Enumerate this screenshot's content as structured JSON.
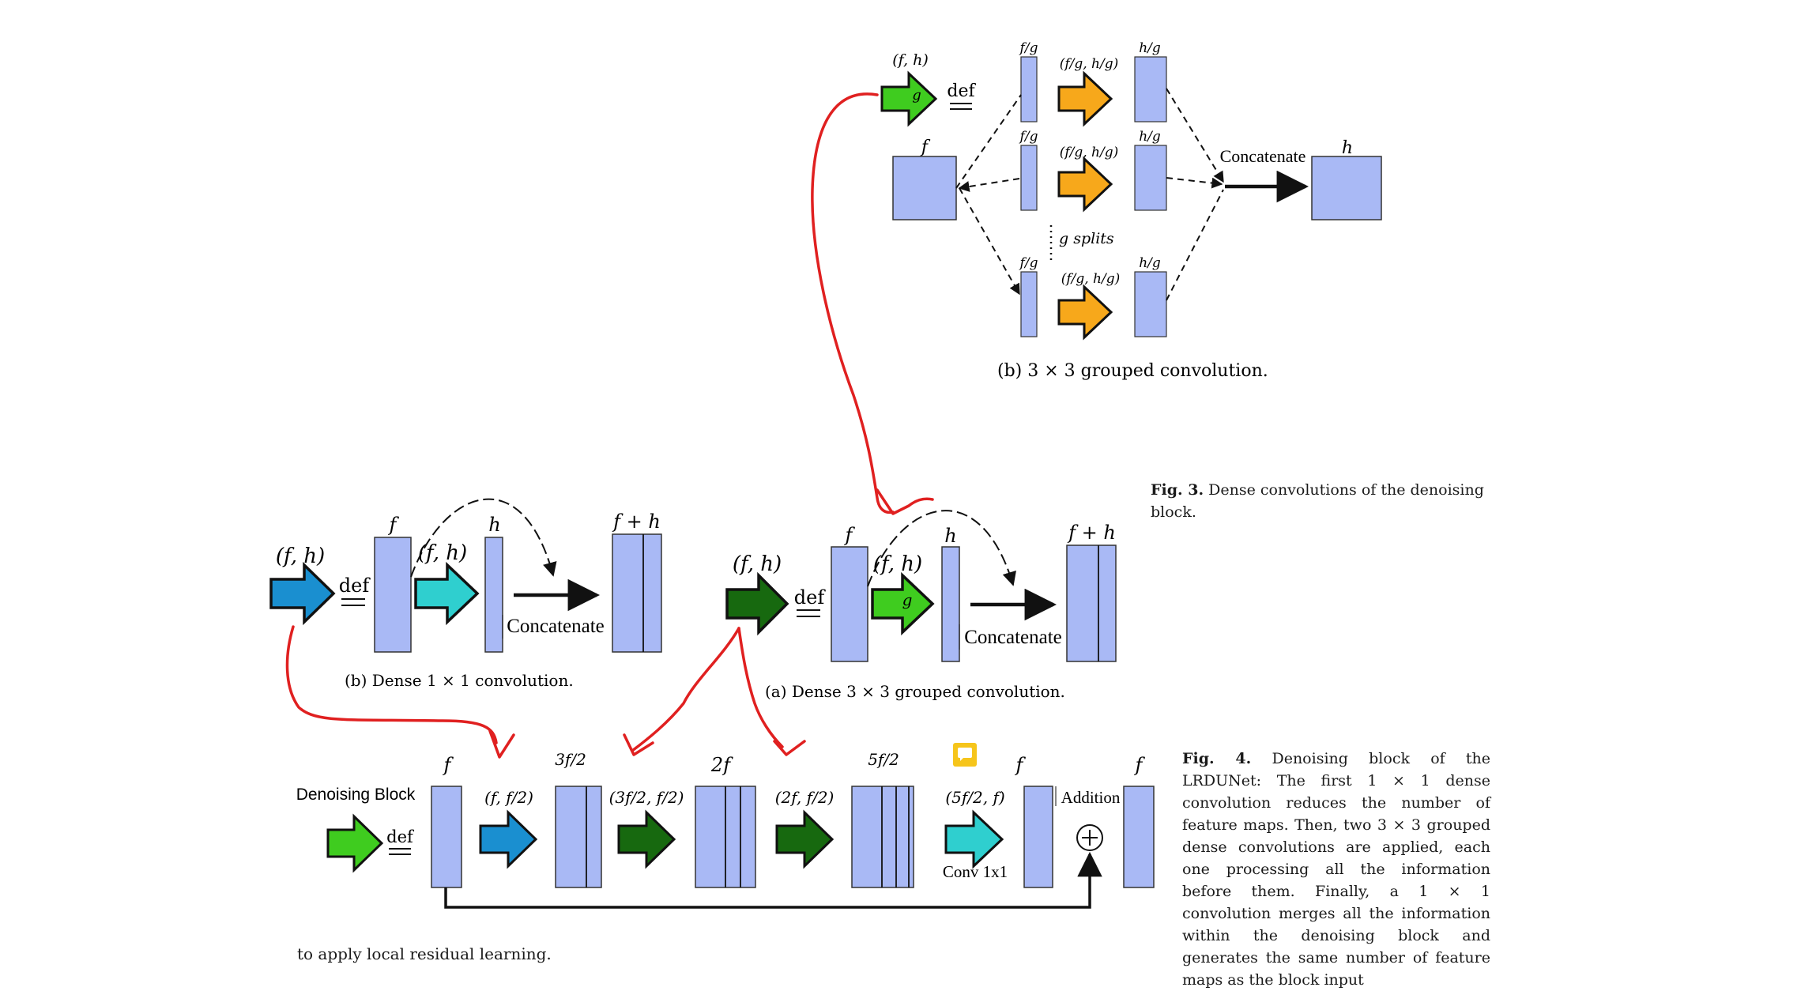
{
  "fig3": {
    "panel_grouped": {
      "input_pair": "(f, h)",
      "arrow_letter": "g",
      "def": "def",
      "input_label": "f",
      "split_in_label": "f/g",
      "split_out_label": "h/g",
      "split_pair": "(f/g, h/g)",
      "splits_note": "g splits",
      "concat": "Concatenate",
      "output_label": "h",
      "caption": "(b) 3 × 3 grouped convolution."
    },
    "panel_dense1": {
      "input_pair": "(f, h)",
      "def": "def",
      "in_label": "f",
      "pair": "(f, h)",
      "h_label": "h",
      "concat": "Concatenate",
      "out_label": "f + h",
      "caption": "(b) Dense 1 × 1 convolution."
    },
    "panel_dense3": {
      "input_pair": "(f, h)",
      "def": "def",
      "in_label": "f",
      "pair": "(f, h)",
      "arrow_letter": "g",
      "h_label": "h",
      "concat": "Concatenate",
      "out_label": "f + h",
      "caption": "(a) Dense 3 × 3 grouped convolution."
    },
    "caption_label": "Fig. 3.",
    "caption_text": "Dense convolutions of the denoising block."
  },
  "fig4": {
    "block_title": "Denoising Block",
    "def": "def",
    "f1": "f",
    "pair1": "(f, f/2)",
    "label_3f2": "3f/2",
    "pair2": "(3f/2, f/2)",
    "label_2f": "2f",
    "pair3": "(2f, f/2)",
    "label_5f2": "5f/2",
    "pair4": "(5f/2, f)",
    "conv_label": "Conv 1x1",
    "f_out1": "f",
    "addition": "Addition",
    "f_out2": "f",
    "caption_label": "Fig. 4.",
    "caption_text": "Denoising block of the LRDUNet: The first 1 × 1 dense convolution reduces the number of feature maps. Then, two 3 × 3 grouped dense convolutions are applied, each one processing all the information before them. Finally, a 1 × 1 convolution merges all the information within the denoising block and generates the same number of feature maps as the block input",
    "continuation": "to apply local residual learning."
  },
  "colors": {
    "block_fill": "#a9b9f5",
    "orange": "#f7a81b",
    "light_green": "#3fcc1f",
    "blue": "#1a8fd0",
    "cyan": "#2fcfcf",
    "dark_green": "#17690f",
    "red_annotation": "#e02020"
  },
  "icons": [
    "comment-icon"
  ]
}
